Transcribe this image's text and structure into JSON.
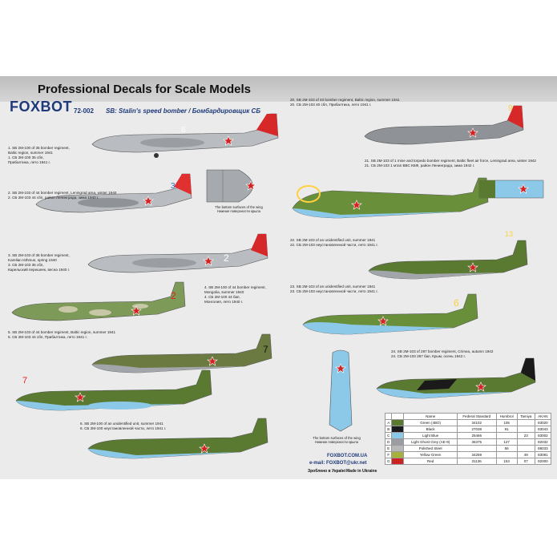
{
  "header": {
    "title": "Professional Decals for Scale Models"
  },
  "brand": {
    "name": "FOXBOT",
    "code": "72-002",
    "subtitle": "SB: Stalin's speed bomber / Бомбардировщик СБ"
  },
  "captions": [
    [
      "1. SB 2M-100 of 35 bomber regiment,",
      "Baltic region, summer 1941",
      "1. СБ 2М-100 35 сбп,",
      "Прибалтика, лето 1941 г."
    ],
    [
      "2. SB 2M-103 of 44 bomber regiment, Leningrad area, winter 1940",
      "2. СБ 2М-103 44 сбп, район Ленинграда, зима 1940 г."
    ],
    [
      "3. SB 2M-103 of 35 bomber regiment,",
      "Karelian Isthmus, spring 1940",
      "3. СБ 2М-103 35 сбп,",
      "Карельский перешеек, весна 1940 г."
    ],
    [
      "4. SB 2M-100 of 44 bomber regiment,",
      "Mongolia, summer 1940",
      "4. СБ 2М-100 44 бап,",
      "Монголия, лето 1940 г."
    ],
    [
      "5. SB 2M-103 of 44 bomber regiment, Baltic region, summer 1941",
      "5. СБ 2М-103 44 сбп, Прибалтика, лето 1941 г."
    ],
    [
      "6. SB 2M-100 of an unidentified unit, summer 1941",
      "6. СБ 2М-100 неустановленной части, лето 1941 г."
    ],
    [
      "20. SB 2M-103 of 40 bomber regiment, Baltic region, summer 1941",
      "20. СБ 2М-103 40 сбп, Прибалтика, лето 1941 г."
    ],
    [
      "21. SB 2M-103 of 1 mine and torpedo bomber regiment, Baltic fleet air force, Leningrad area, winter 1942",
      "21. СБ 2М-103 1 мтап ВВС КБФ, район Ленинграда, зима 1942 г."
    ],
    [
      "22. SB 2M-103 of an unidentified unit, summer 1941",
      "22. СБ 2М-103 неустановленной части, лето 1941 г."
    ],
    [
      "23. SB 2M-103 of an unidentified unit, summer 1941",
      "23. СБ 2М-103 неустановленной части, лето 1941 г."
    ],
    [
      "24. SB 2M-103 of 287 bomber regiment, Crimea, autumn 1942",
      "24. СБ 2М-103 287 бап, Крым, осень 1942 г."
    ]
  ],
  "notes": {
    "wing_bottom_en": "The bottom surfaces of the wing",
    "wing_bottom_ru": "Нижние поверхности крыла"
  },
  "footer": {
    "website": "FOXBOT.COM.UA",
    "email": "e-mail: FOXBOT@ukr.net",
    "made_ua": "Зроблено в Україні",
    "made_en": "Made in Ukraine"
  },
  "paint_table": {
    "headers": [
      "",
      "",
      "Name",
      "Federal Standard",
      "Humbrol",
      "Tamiya",
      "AKAN"
    ],
    "rows": [
      {
        "code": "A",
        "color": "#5a7a32",
        "name": "Green (4BO)",
        "fs": "34102",
        "humbrol": "105",
        "tamiya": "",
        "akan": "83020"
      },
      {
        "code": "B",
        "color": "#1a1a1a",
        "name": "Black",
        "fs": "27038",
        "humbrol": "91",
        "tamiya": "",
        "akan": "83043"
      },
      {
        "code": "C",
        "color": "#8cc8e8",
        "name": "Light Blue",
        "fs": "25466",
        "humbrol": "",
        "tamiya": "23",
        "akan": "83002"
      },
      {
        "code": "D",
        "color": "#9a9ea2",
        "name": "Light Ghost Grey (AE-9)",
        "fs": "36375",
        "humbrol": "127",
        "tamiya": "",
        "akan": "82032"
      },
      {
        "code": "E",
        "color": "#b8b8b8",
        "name": "Polished Steel",
        "fs": "",
        "humbrol": "56",
        "tamiya": "",
        "akan": "88033"
      },
      {
        "code": "F",
        "color": "#a8b03c",
        "name": "Yellow Green",
        "fs": "34259",
        "humbrol": "",
        "tamiya": "49",
        "akan": "83081"
      },
      {
        "code": "G",
        "color": "#cc2222",
        "name": "Red",
        "fs": "31136",
        "humbrol": "153",
        "tamiya": "07",
        "akan": "82000"
      }
    ]
  },
  "tail_numbers": [
    "6",
    "3",
    "2",
    "2",
    "7",
    "7",
    "9",
    "13",
    "6"
  ]
}
